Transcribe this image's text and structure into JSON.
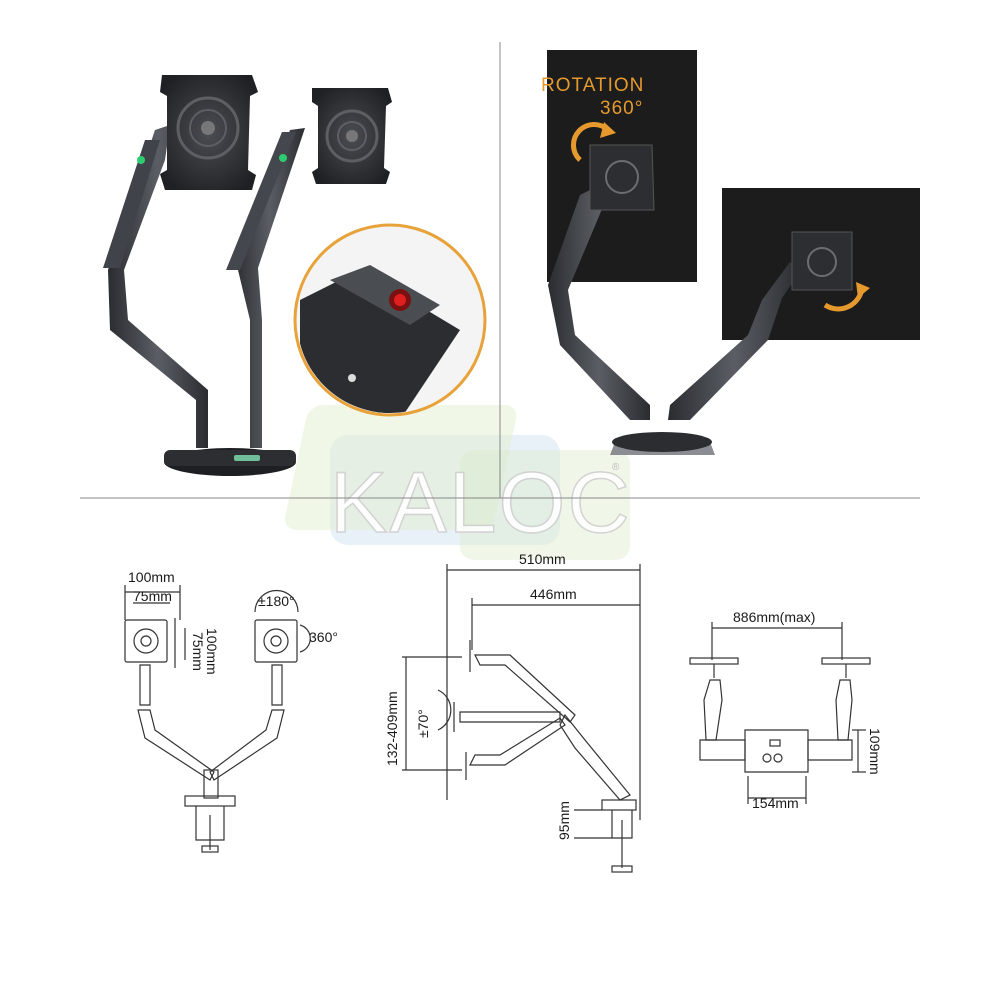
{
  "watermark": {
    "brand": "KALOC",
    "registered": "®"
  },
  "top_right": {
    "rotation_label": "ROTATION",
    "rotation_degrees": "360°"
  },
  "front_diagram": {
    "vesa_width_outer": "100mm",
    "vesa_width_inner": "75mm",
    "vesa_height_outer": "100mm",
    "vesa_height_inner": "75mm",
    "tilt": "±180°",
    "rotation": "360°"
  },
  "side_diagram": {
    "total_reach": "510mm",
    "arm_reach": "446mm",
    "height_range": "132-409mm",
    "tilt": "±70°",
    "clamp_height": "95mm"
  },
  "top_diagram": {
    "max_span": "886mm(max)",
    "base_width": "154mm",
    "base_depth": "109mm"
  },
  "colors": {
    "accent": "#e69a2e",
    "arm": "#3a3d42",
    "screen": "#1c1c1c",
    "line": "#333333"
  }
}
